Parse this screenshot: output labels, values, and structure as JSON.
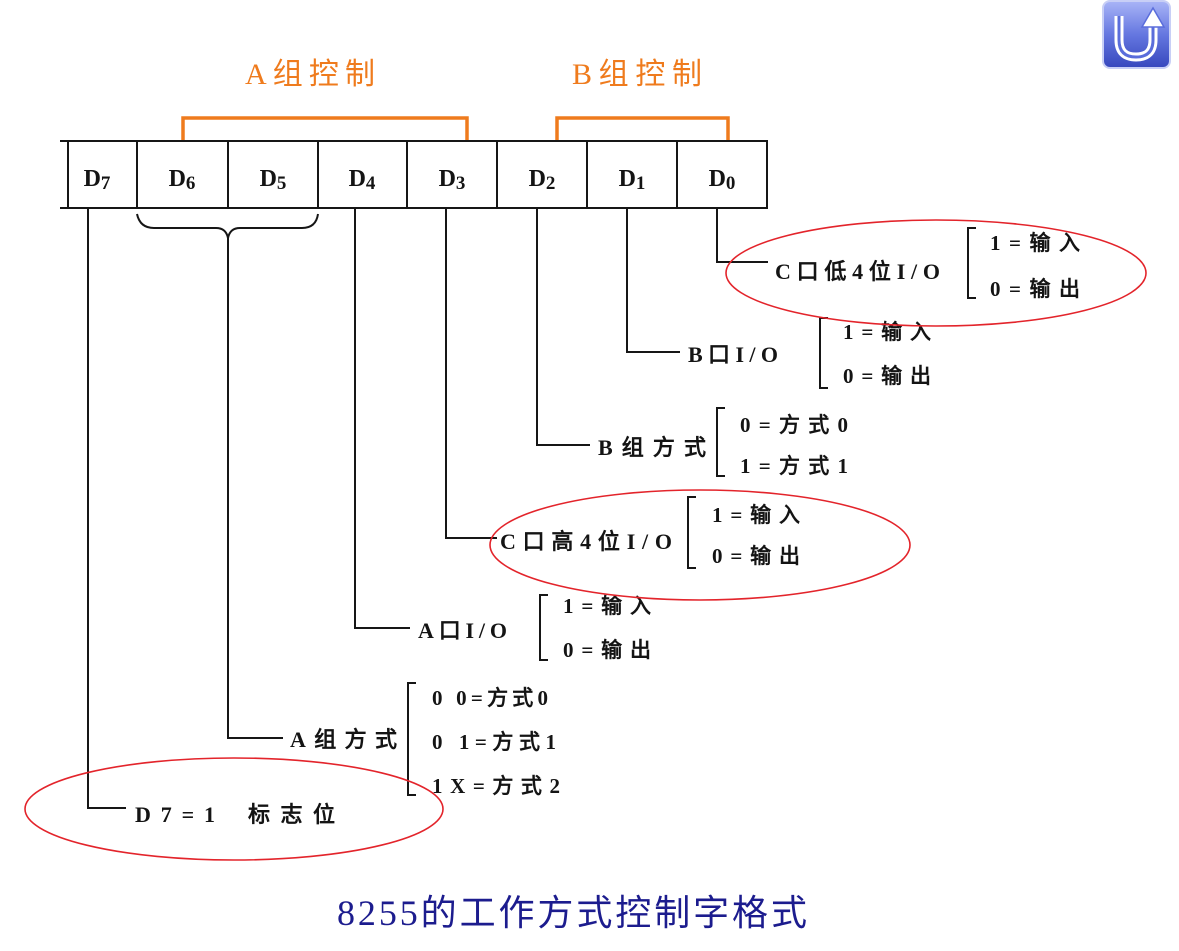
{
  "return_button": {
    "icon": "u-turn-arrow-icon"
  },
  "group_labels": {
    "a": "A组控制",
    "b": "B组控制"
  },
  "bits": [
    {
      "letter": "D",
      "sub": "7"
    },
    {
      "letter": "D",
      "sub": "6"
    },
    {
      "letter": "D",
      "sub": "5"
    },
    {
      "letter": "D",
      "sub": "4"
    },
    {
      "letter": "D",
      "sub": "3"
    },
    {
      "letter": "D",
      "sub": "2"
    },
    {
      "letter": "D",
      "sub": "1"
    },
    {
      "letter": "D",
      "sub": "0"
    }
  ],
  "fields": {
    "d0": {
      "label": "C口低4位I/O",
      "options": [
        "1=输入",
        "0=输出"
      ]
    },
    "d1": {
      "label": "B口I/O",
      "options": [
        "1=输入",
        "0=输出"
      ]
    },
    "d2": {
      "label": "B组方式",
      "options": [
        "0=方式0",
        "1=方式1"
      ]
    },
    "d3": {
      "label": "C口高4位I/O",
      "options": [
        "1=输入",
        "0=输出"
      ]
    },
    "d4": {
      "label": "A口I/O",
      "options": [
        "1=输入",
        "0=输出"
      ]
    },
    "d6d5": {
      "label": "A组方式",
      "options": [
        "0 0=方式0",
        "0 1=方式1",
        "1X=方式2"
      ]
    },
    "d7": {
      "label": "D7=1",
      "note": "标志位"
    }
  },
  "caption": "8255的工作方式控制字格式",
  "colors": {
    "accent_orange": "#ef7b1d",
    "highlight_red": "#e3242b",
    "caption_blue": "#1c1c8e",
    "button_blue": "#4a5fd0"
  }
}
